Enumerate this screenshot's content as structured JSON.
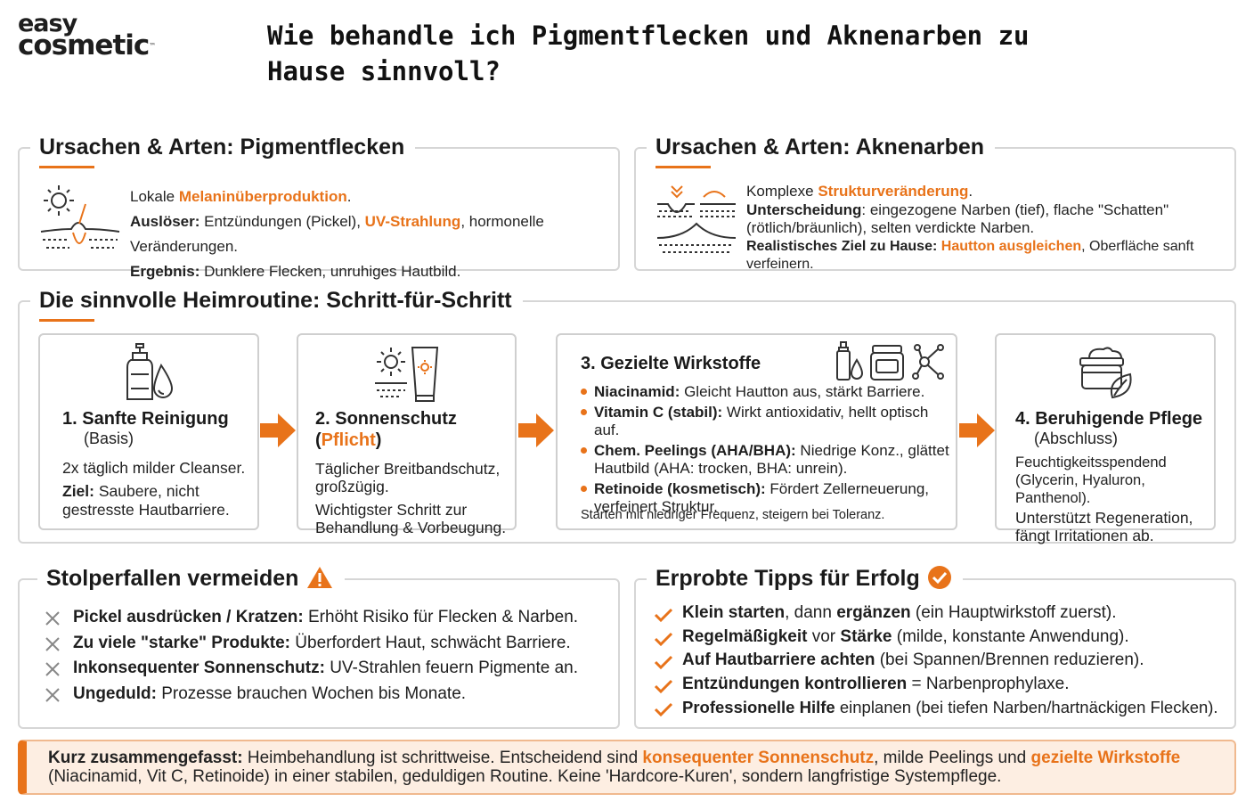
{
  "brand": {
    "line1": "easy",
    "line2": "cosmetic",
    "tm": "™"
  },
  "page_title": "Wie behandle ich Pigmentflecken und Aknenarben zu Hause sinnvoll?",
  "pigment": {
    "title": "Ursachen & Arten: Pigmentflecken",
    "l1_pre": "Lokale ",
    "l1_hl": "Melaninüberproduktion",
    "l1_post": ".",
    "l2_label": "Auslöser:",
    "l2_pre": " Entzündungen (Pickel), ",
    "l2_hl": "UV-Strahlung",
    "l2_post": ", hormonelle Veränderungen.",
    "l3_label": "Ergebnis:",
    "l3_text": " Dunklere Flecken, unruhiges Hautbild."
  },
  "acne": {
    "title": "Ursachen & Arten: Aknenarben",
    "l1_pre": "Komplexe ",
    "l1_hl": "Strukturveränderung",
    "l1_post": ".",
    "l2_label": "Unterscheidung",
    "l2_text": ": eingezogene Narben (tief), flache \"Schatten\" (rötlich/bräunlich), selten verdickte Narben.",
    "l3_label": "Realistisches Ziel zu Hause:",
    "l3_hl": "Hautton ausgleichen",
    "l3_post": ", Oberfläche sanft verfeinern."
  },
  "routine": {
    "title": "Die sinnvolle Heimroutine: Schritt-für-Schritt",
    "step1": {
      "title": "1. Sanfte Reinigung",
      "sub": "(Basis)",
      "text": "2x täglich milder Cleanser.",
      "goal_label": "Ziel:",
      "goal_text": " Saubere, nicht gestresste Hautbarriere."
    },
    "step2": {
      "title_pre": "2. Sonnenschutz (",
      "title_hl": "Pflicht",
      "title_post": ")",
      "text1": "Täglicher Breitbandschutz, großzügig.",
      "text2": "Wichtigster Schritt zur Behandlung & Vorbeugung."
    },
    "step3": {
      "title": "3. Gezielte Wirkstoffe",
      "items": [
        {
          "label": "Niacinamid:",
          "text": " Gleicht Hautton aus, stärkt Barriere."
        },
        {
          "label": "Vitamin C (stabil):",
          "text": " Wirkt antioxidativ, hellt optisch auf."
        },
        {
          "label": "Chem. Peelings (AHA/BHA):",
          "text": " Niedrige Konz., glättet Hautbild (AHA: trocken, BHA: unrein)."
        },
        {
          "label": "Retinoide (kosmetisch):",
          "text": " Fördert Zellerneuerung, verfeinert Struktur."
        }
      ],
      "note": "Starten mit niedriger Frequenz, steigern bei Toleranz."
    },
    "step4": {
      "title": "4. Beruhigende Pflege",
      "sub": "(Abschluss)",
      "text1": "Feuchtigkeitsspendend (Glycerin, Hyaluron, Panthenol).",
      "text2": "Unterstützt Regeneration, fängt Irritationen ab."
    }
  },
  "pitfalls": {
    "title": "Stolperfallen vermeiden",
    "items": [
      {
        "label": "Pickel ausdrücken / Kratzen:",
        "text": " Erhöht Risiko für Flecken & Narben."
      },
      {
        "label": "Zu viele \"starke\" Produkte:",
        "text": " Überfordert Haut, schwächt Barriere."
      },
      {
        "label": "Inkonsequenter Sonnenschutz:",
        "text": " UV-Strahlen feuern Pigmente an."
      },
      {
        "label": "Ungeduld:",
        "text": " Prozesse brauchen Wochen bis Monate."
      }
    ]
  },
  "tips": {
    "title": "Erprobte Tipps für Erfolg",
    "items": [
      {
        "b1": "Klein starten",
        "t1": ", dann ",
        "b2": "ergänzen",
        "t2": " (ein Hauptwirkstoff zuerst)."
      },
      {
        "b1": "Regelmäßigkeit",
        "t1": " vor ",
        "b2": "Stärke",
        "t2": " (milde, konstante Anwendung)."
      },
      {
        "b1": "Auf Hautbarriere achten",
        "t1": " (bei Spannen/Brennen reduzieren).",
        "b2": "",
        "t2": ""
      },
      {
        "b1": "Entzündungen kontrollieren",
        "t1": " = Narbenprophylaxe.",
        "b2": "",
        "t2": ""
      },
      {
        "b1": "Professionelle Hilfe",
        "t1": " einplanen (bei tiefen Narben/hartnäckigen Flecken).",
        "b2": "",
        "t2": ""
      }
    ]
  },
  "summary": {
    "label": "Kurz zusammengefasst:",
    "t1": " Heimbehandlung ist schrittweise. Entscheidend sind ",
    "hl1": "konsequenter Sonnenschutz",
    "t2": ", milde Peelings und ",
    "hl2": "gezielte Wirkstoffe",
    "t3": " (Niacinamid, Vit C, Retinoide) in einer stabilen, geduldigen Routine. Keine 'Hardcore-Kuren', sondern langfristige Systempflege."
  },
  "colors": {
    "accent": "#e8731a",
    "border": "#d6d6d6",
    "summary_bg": "#fdeee2"
  }
}
